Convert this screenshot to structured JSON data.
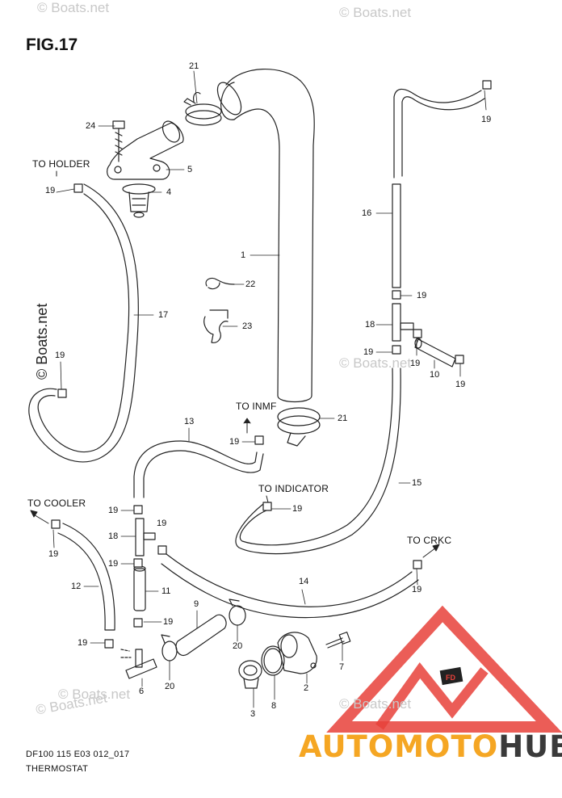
{
  "figure": {
    "title": "FIG.17",
    "code": "DF100 115 E03 012_017",
    "name": "THERMOSTAT"
  },
  "watermark": {
    "text": "© Boats.net",
    "side_text": "© Boats.net"
  },
  "brand": {
    "part_a": "AUTOMOTO",
    "part_b": "HUB",
    "logo_badge": "FD",
    "color_a": "#f5a623",
    "color_b": "#3a3a3a",
    "logo_color": "#e8413a"
  },
  "destinations": {
    "holder": "TO HOLDER",
    "inmf": "TO INMF",
    "indicator": "TO INDICATOR",
    "cooler": "TO COOLER",
    "crkc": "TO CRKC"
  },
  "part_labels": {
    "p21a": "21",
    "p24": "24",
    "p5": "5",
    "p4": "4",
    "p19_holder": "19",
    "p1": "1",
    "p22": "22",
    "p23": "23",
    "p17": "17",
    "p19_left": "19",
    "p19_top": "19",
    "p16": "16",
    "p19_r1": "19",
    "p18_r": "18",
    "p19_r2": "19",
    "p19_r3": "19",
    "p10": "10",
    "p19_r4": "19",
    "p21b": "21",
    "p13": "13",
    "p19_mid": "19",
    "p15": "15",
    "p19_ind": "19",
    "p19_c1": "19",
    "p19_c2": "19",
    "p18_l": "18",
    "p19_c3": "19",
    "p11": "11",
    "p12": "12",
    "p19_cooler": "19",
    "p14": "14",
    "p19_crkc": "19",
    "p9": "9",
    "p19_c4": "19",
    "p19_c5": "19",
    "p20a": "20",
    "p20b": "20",
    "p6": "6",
    "p3": "3",
    "p8": "8",
    "p2": "2",
    "p7": "7"
  }
}
